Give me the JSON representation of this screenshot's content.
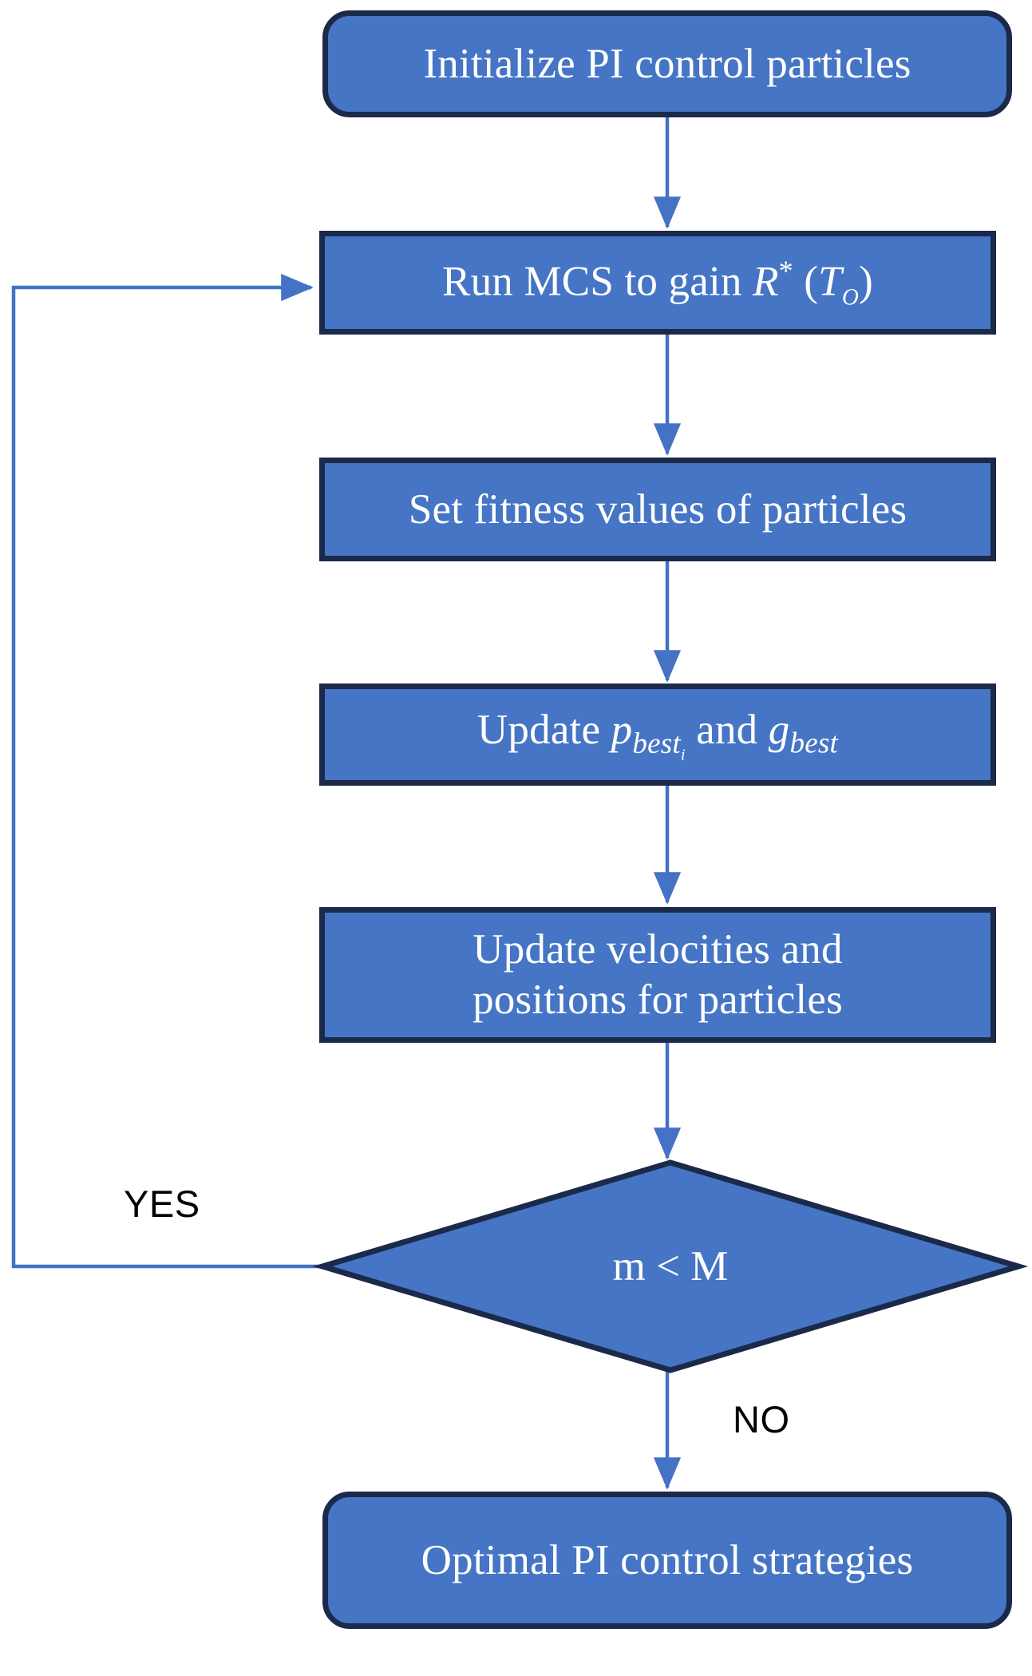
{
  "diagram": {
    "type": "flowchart",
    "title": "PSO-based optimal PI control strategy flowchart",
    "colors": {
      "node_fill": "#4575c4",
      "node_border": "#1b2a4a",
      "node_text": "#ffffff",
      "connector": "#4472c4",
      "edge_label_text": "#000000",
      "background": "#ffffff"
    },
    "nodes": [
      {
        "id": "initialize",
        "shape": "rounded-rectangle",
        "label": "Initialize PI control particles"
      },
      {
        "id": "run-mcs",
        "shape": "rectangle",
        "label": "Run MCS to gain R* (TO)",
        "label_plain": "Run MCS to gain R* (T_O)"
      },
      {
        "id": "set-fitness",
        "shape": "rectangle",
        "label": "Set fitness values of particles"
      },
      {
        "id": "update-best",
        "shape": "rectangle",
        "label": "Update pbest_i and gbest",
        "label_plain": "Update p_best_i and g_best"
      },
      {
        "id": "update-velocity",
        "shape": "rectangle",
        "label": "Update velocities and\npositions for particles",
        "line1": "Update velocities and",
        "line2": "positions for particles"
      },
      {
        "id": "decision",
        "shape": "diamond",
        "label": "m < M"
      },
      {
        "id": "optimal",
        "shape": "rounded-rectangle",
        "label": "Optimal PI control strategies"
      }
    ],
    "edge_labels": {
      "yes": "YES",
      "no": "NO"
    },
    "edges": [
      {
        "from": "initialize",
        "to": "run-mcs",
        "label": ""
      },
      {
        "from": "run-mcs",
        "to": "set-fitness",
        "label": ""
      },
      {
        "from": "set-fitness",
        "to": "update-best",
        "label": ""
      },
      {
        "from": "update-best",
        "to": "update-velocity",
        "label": ""
      },
      {
        "from": "update-velocity",
        "to": "decision",
        "label": ""
      },
      {
        "from": "decision",
        "to": "run-mcs",
        "label": "YES"
      },
      {
        "from": "decision",
        "to": "optimal",
        "label": "NO"
      }
    ]
  }
}
